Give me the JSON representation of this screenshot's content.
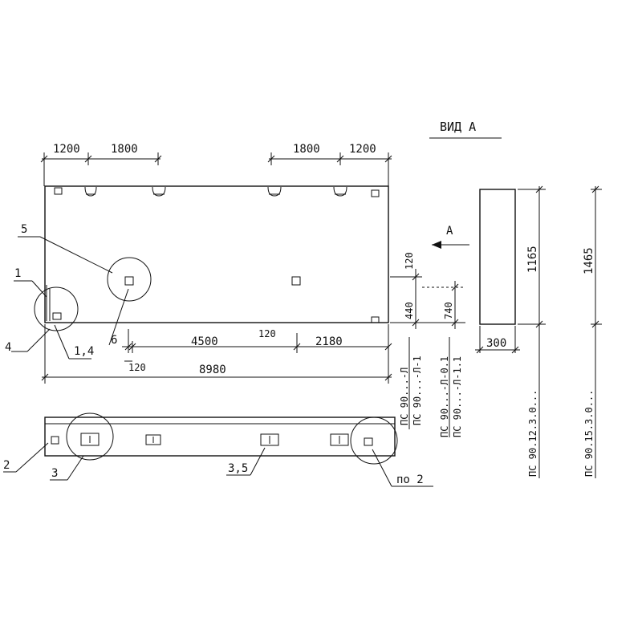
{
  "view_title": "ВИД А",
  "arrow_label": "А",
  "top_dims": [
    "1200",
    "1800",
    "1800",
    "1200"
  ],
  "bottom_dims": {
    "d1": "6",
    "d2": "4500",
    "d3": "120",
    "d4": "2180",
    "d5": "120",
    "total": "8980"
  },
  "side_dims": {
    "h120": "120",
    "h440": "440",
    "h740": "740",
    "h1165": "1165",
    "h1465": "1465",
    "w300": "300"
  },
  "callouts": {
    "c5": "5",
    "c1": "1",
    "c4": "4",
    "c14": "1,4",
    "c2": "2",
    "c3": "3",
    "c35": "3,5",
    "cpo2": "по 2"
  },
  "rotated_labels": {
    "l1": "ПС 90...-Л",
    "l2": "ПС 90...-Л-1",
    "l3": "ПС 90...-Л-0.1",
    "l4": "ПС 90...-Л-1.1",
    "l5": "ПС 90.12.3.0...",
    "l6": "ПС 90.15.3.0..."
  }
}
